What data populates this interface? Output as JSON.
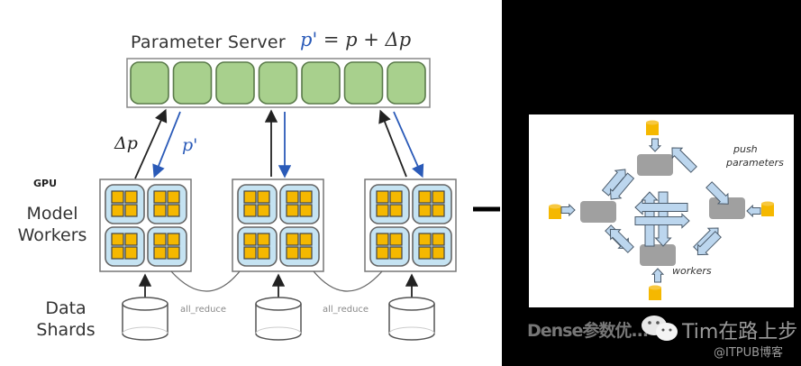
{
  "left_diagram": {
    "title": "Parameter Server",
    "formula": {
      "lhs": "p'",
      "rest": " = p + Δp"
    },
    "ps_cells": 7,
    "push_label": "Δp",
    "pull_label": "p'",
    "gpu_label": "GPU",
    "model_workers_label": [
      "Model",
      "Workers"
    ],
    "data_shards_label": [
      "Data",
      "Shards"
    ],
    "worker_count": 3,
    "gpus_per_worker": 4,
    "cores_per_gpu": 4,
    "all_reduce_labels": [
      "all_reduce",
      "all_reduce"
    ]
  },
  "right_diagram": {
    "push_parameters_label": [
      "push",
      "parameters"
    ],
    "workers_label": "workers",
    "worker_count": 4
  },
  "watermark": {
    "caption_obscured": "Dense参数优...",
    "author": "Tim在路上步",
    "source": "@ITPUB博客"
  },
  "colors": {
    "ps_cell_fill": "#a8d08d",
    "ps_cell_stroke": "#5a7a4a",
    "gpu_fill": "#c5e3f2",
    "core_fill": "#f5b800",
    "arrow_blue": "#2a5ab8",
    "right_arrow_fill": "#bcd6ee",
    "right_worker_fill": "#a0a0a0",
    "right_db_fill": "#f5b800"
  }
}
